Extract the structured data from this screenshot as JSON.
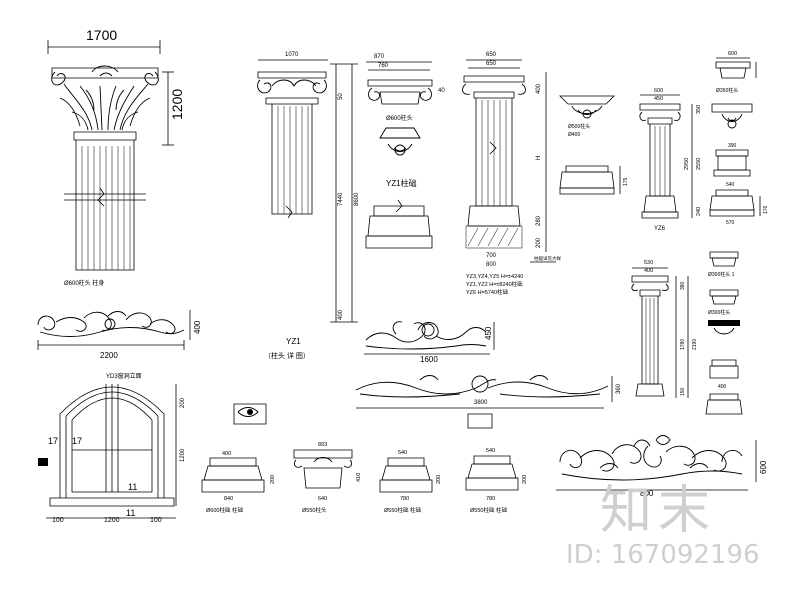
{
  "dims": {
    "top_width": "1700",
    "top_height": "1200",
    "diam_600_note": "Ø600柱头 柱身",
    "orn_width": "2200",
    "orn_height": "400",
    "yz1_cap_w": "1070",
    "yz1_h1": "50",
    "yz1_h2": "7440",
    "yz1_h3": "8600",
    "yz1_h4": "400",
    "yz1_name": "YZ1",
    "yz1_note": "（柱头 详 图）",
    "yz1_cap2_a": "870",
    "yz1_cap2_b": "760",
    "yz1_cap2_c": "40",
    "yz1_d600": "Ø600柱头",
    "yz1_detail": "YZ1柱础",
    "col3_a": "650",
    "col3_b": "650",
    "col3_c": "400",
    "col3_d": "280",
    "col3_e": "200",
    "col3_h": "H",
    "col3_base_a": "700",
    "col3_base_b": "800",
    "col3_note1": "YZ3,YZ4,YZ5 H=±4240",
    "col3_note2": "YZ1,YZ2 H=±8240柱础",
    "col3_note3": "YZ6 H=5740柱础",
    "col3_leader": "柱础详见大样",
    "small_a": "Ø500柱头",
    "small_b": "Ø400",
    "ped_h": "175",
    "yz6_a": "600",
    "yz6_b": "450",
    "yz6_c": "350",
    "yz6_d": "2550",
    "yz6_e": "2950",
    "yz6_f": "240",
    "yz6_name": "YZ6",
    "r_top": "600",
    "r_cap": "Ø350柱头",
    "r_a": "390",
    "r_b": "540",
    "r_c": "570",
    "r_d": "176",
    "frieze1_w": "1600",
    "frieze1_h": "450",
    "frieze2_w": "3800",
    "frieze2_h": "360",
    "yz_mid_a": "530",
    "yz_mid_b": "400",
    "yz_mid_c": "380",
    "yz_mid_d": "1780",
    "yz_mid_e": "2190",
    "yz_mid_f": "150",
    "r2_cap": "Ø300柱头 1",
    "r2_cap2": "Ø300柱头",
    "r2_a": "400",
    "window_title": "YD3窗洞立面",
    "win_w": "1200",
    "win_side": "11",
    "win_mid": "11",
    "win_h1": "200",
    "win_h2": "1200",
    "win_l1": "17",
    "win_l2": "17",
    "win_bl": "100",
    "win_br": "100",
    "b1_top": "400",
    "b1_bot": "840",
    "b1_h": "200",
    "b1_note": "Ø600柱础 柱础",
    "b2_top": "893",
    "b2_bot": "640",
    "b2_h": "410",
    "b2_note": "Ø550柱头",
    "b3_top": "540",
    "b3_bot": "780",
    "b3_h": "200",
    "b3_note": "Ø550柱础 柱础",
    "b4_top": "540",
    "b4_bot": "780",
    "b4_h": "200",
    "b4_note": "Ø550柱础 柱础",
    "br_w": "800",
    "br_h": "600",
    "watermark_logo": "知末",
    "watermark_id": "ID: 167092196"
  }
}
